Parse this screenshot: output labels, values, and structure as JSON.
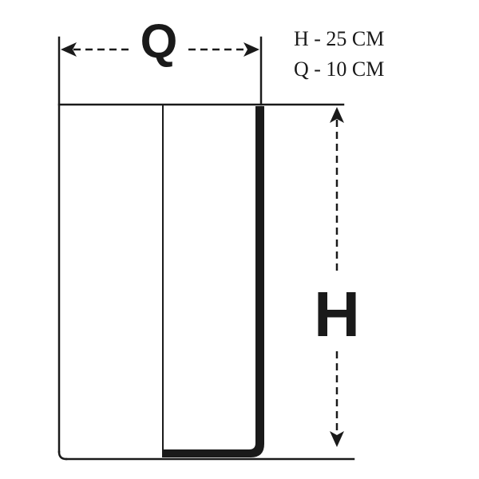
{
  "diagram": {
    "width_label": "Q",
    "height_label": "H",
    "specs": [
      {
        "text": "H - 25 CM"
      },
      {
        "text": "Q - 10 CM"
      }
    ]
  },
  "colors": {
    "stroke": "#1a1a1a",
    "background": "#ffffff"
  }
}
